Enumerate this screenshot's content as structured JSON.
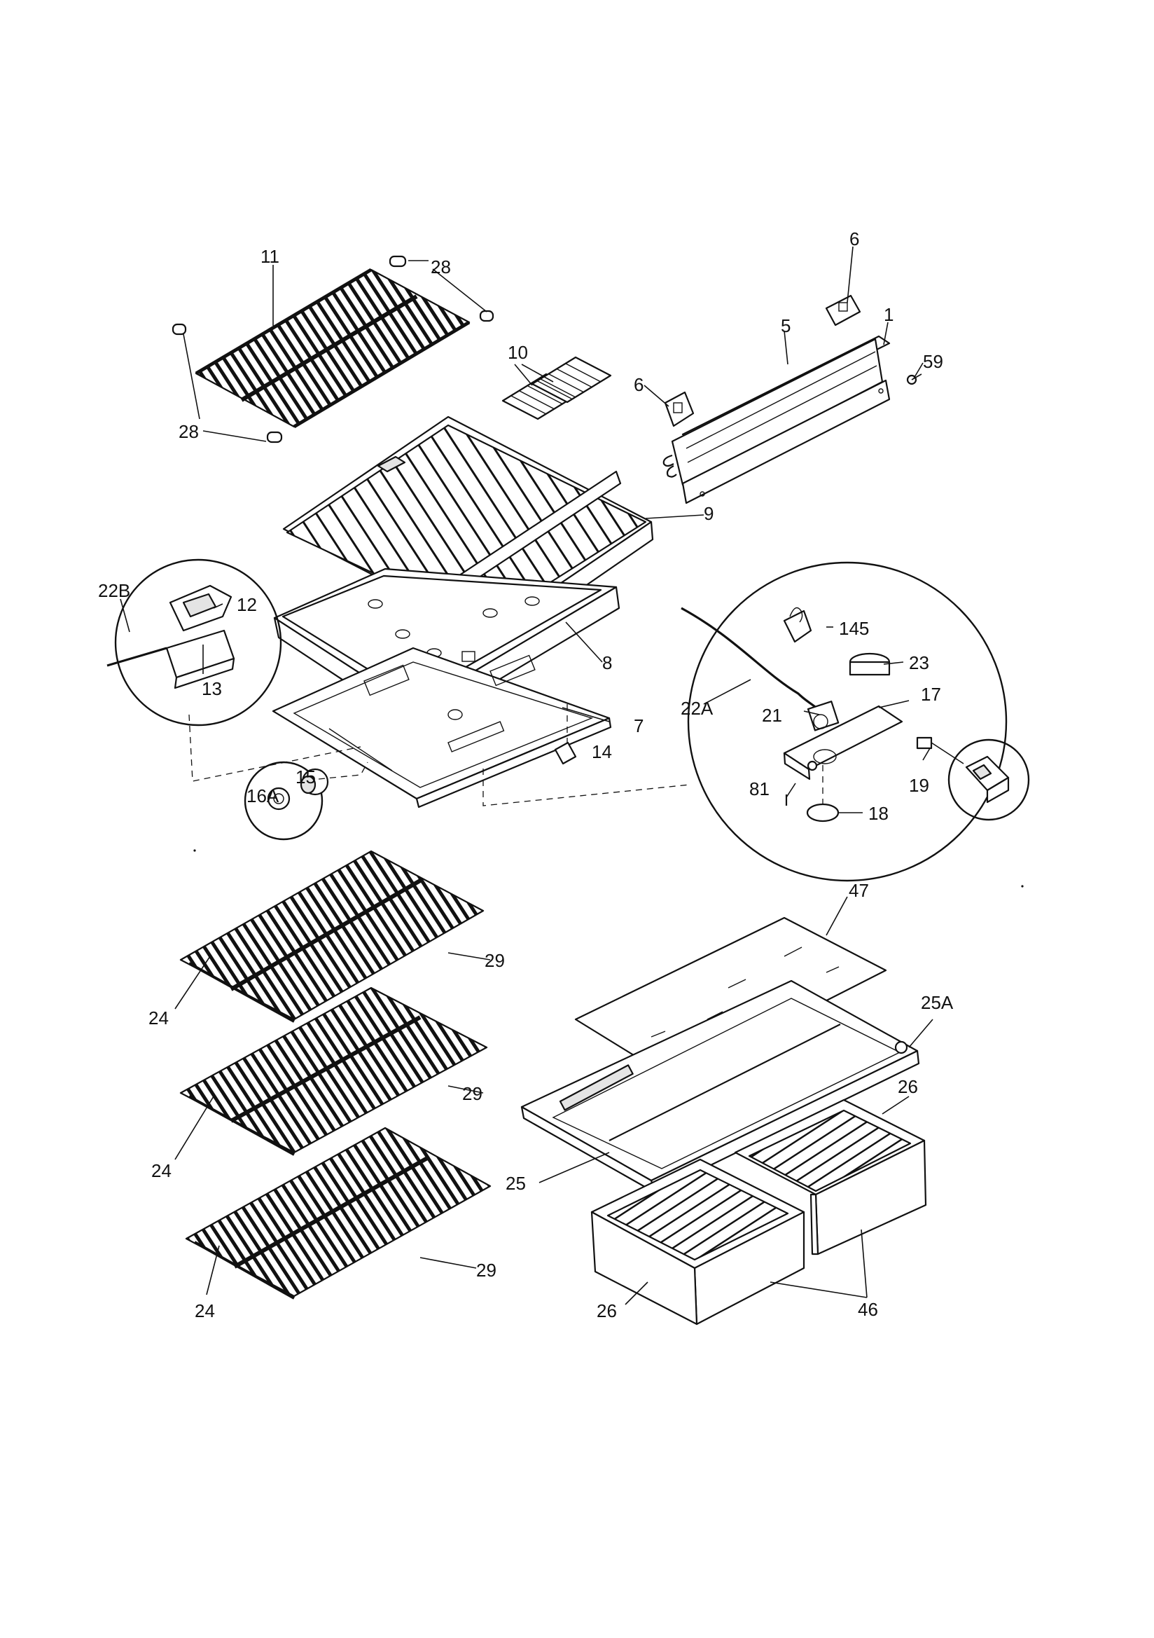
{
  "callouts": {
    "c11": "11",
    "c28a": "28",
    "c28b": "28",
    "c10": "10",
    "c6a": "6",
    "c6b": "6",
    "c5": "5",
    "c1": "1",
    "c59": "59",
    "c9": "9",
    "c22b": "22B",
    "c12": "12",
    "c13": "13",
    "c8": "8",
    "c7": "7",
    "c14": "14",
    "c15": "15",
    "c16a": "16A",
    "c145": "145",
    "c23": "23",
    "c22a": "22A",
    "c21": "21",
    "c17": "17",
    "c19": "19",
    "c81": "81",
    "c18": "18",
    "c47": "47",
    "c29a": "29",
    "c29b": "29",
    "c29c": "29",
    "c24a": "24",
    "c24b": "24",
    "c24c": "24",
    "c25a": "25A",
    "c26a": "26",
    "c25": "25",
    "c26b": "26",
    "c46": "46"
  }
}
